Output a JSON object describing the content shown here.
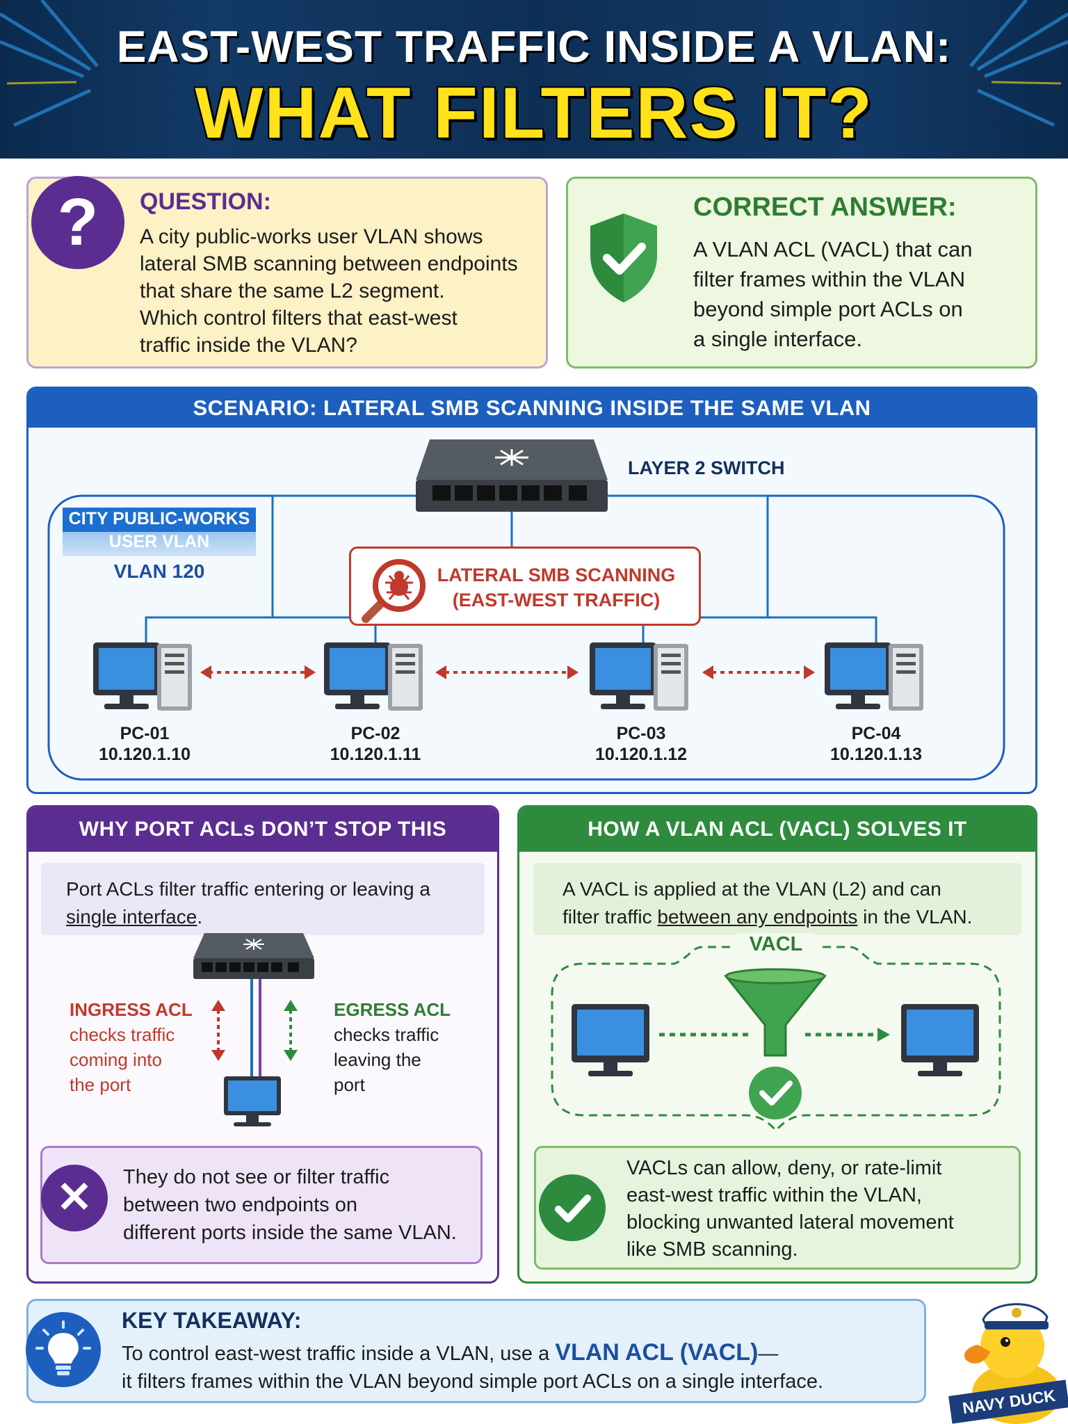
{
  "header": {
    "line1": "EAST-WEST TRAFFIC INSIDE A VLAN:",
    "line2": "WHAT FILTERS IT?"
  },
  "question": {
    "title": "QUESTION:",
    "icon": "question-mark-icon",
    "lines": [
      "A city public-works user VLAN shows",
      "lateral SMB scanning between endpoints",
      "that share the same L2 segment.",
      "Which control filters that east-west",
      "traffic inside the VLAN?"
    ]
  },
  "answer": {
    "title": "CORRECT ANSWER:",
    "icon": "shield-check-icon",
    "lines": [
      "A VLAN ACL (VACL) that can",
      "filter frames within the VLAN",
      "beyond simple port ACLs on",
      "a single interface."
    ]
  },
  "scenario": {
    "title": "SCENARIO: LATERAL SMB SCANNING INSIDE THE SAME VLAN",
    "switch_label": "LAYER 2 SWITCH",
    "vlan_name_line1": "CITY PUBLIC-WORKS",
    "vlan_name_line2": "USER VLAN",
    "vlan_id": "VLAN 120",
    "scan_line1": "LATERAL SMB SCANNING",
    "scan_line2": "(EAST-WEST TRAFFIC)",
    "pcs": [
      {
        "name": "PC-01",
        "ip": "10.120.1.10"
      },
      {
        "name": "PC-02",
        "ip": "10.120.1.11"
      },
      {
        "name": "PC-03",
        "ip": "10.120.1.12"
      },
      {
        "name": "PC-04",
        "ip": "10.120.1.13"
      }
    ]
  },
  "port_acl": {
    "title": "WHY PORT ACLs DON’T STOP THIS",
    "intro_line1": "Port ACLs filter traffic entering or leaving a",
    "intro_line2": "single interface",
    "intro_end": ".",
    "ingress": [
      "INGRESS ACL",
      "checks traffic",
      "coming into",
      "the port"
    ],
    "egress": [
      "EGRESS ACL",
      "checks traffic",
      "leaving the",
      "port"
    ],
    "conclusion": [
      "They do not see or filter traffic",
      "between two endpoints on",
      "different ports inside the same VLAN."
    ],
    "conclusion_icon": "x-mark-icon"
  },
  "vacl": {
    "title": "HOW A VLAN ACL (VACL) SOLVES IT",
    "intro_line1": "A VACL is applied at the VLAN (L2) and can",
    "intro_pre": "filter traffic ",
    "intro_underlined": "between any endpoints",
    "intro_post": " in the VLAN.",
    "diagram_label": "VACL",
    "conclusion": [
      "VACLs can allow, deny, or rate-limit",
      "east-west traffic within the VLAN,",
      "blocking unwanted lateral movement",
      "like SMB scanning."
    ],
    "conclusion_icon": "check-circle-icon"
  },
  "takeaway": {
    "title": "KEY TAKEAWAY:",
    "line1_pre": "To control east-west traffic inside a VLAN, use a ",
    "line1_em": "VLAN ACL (VACL)",
    "line1_post": "—",
    "line2": "it filters frames within the VLAN beyond simple port ACLs on a single interface.",
    "icon": "lightbulb-icon"
  },
  "mascot": {
    "label": "NAVY DUCK"
  },
  "colors": {
    "purple": "#5b2d91",
    "green": "#2e8b3e",
    "blue": "#1c5fbf",
    "red": "#c0392b",
    "yellow": "#ffe21a"
  }
}
